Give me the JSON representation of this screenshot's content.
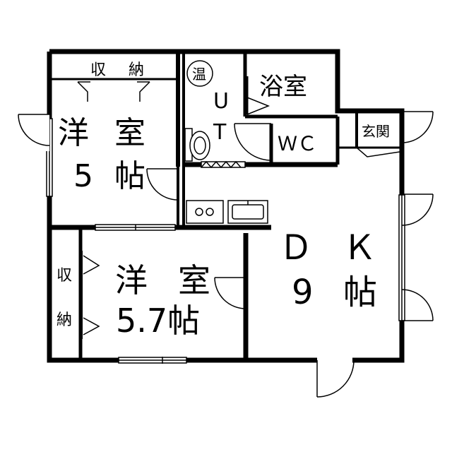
{
  "floor_plan": {
    "rooms": {
      "storage_top": {
        "char1": "収",
        "char2": "納"
      },
      "western_5": {
        "line1_a": "洋",
        "line1_b": "室",
        "line2_a": "5",
        "line2_b": "帖"
      },
      "utility": {
        "badge": "温",
        "u": "U",
        "t": "T"
      },
      "bath": {
        "label": "浴室"
      },
      "wc": {
        "label": "ＷＣ"
      },
      "entrance": {
        "label": "玄関"
      },
      "storage_left": {
        "char1": "収",
        "char2": "納"
      },
      "western_57": {
        "line1_a": "洋",
        "line1_b": "室",
        "line2": "5.7帖"
      },
      "dk": {
        "line1_a": "Ｄ",
        "line1_b": "Ｋ",
        "line2_a": "9",
        "line2_b": "帖"
      }
    }
  }
}
